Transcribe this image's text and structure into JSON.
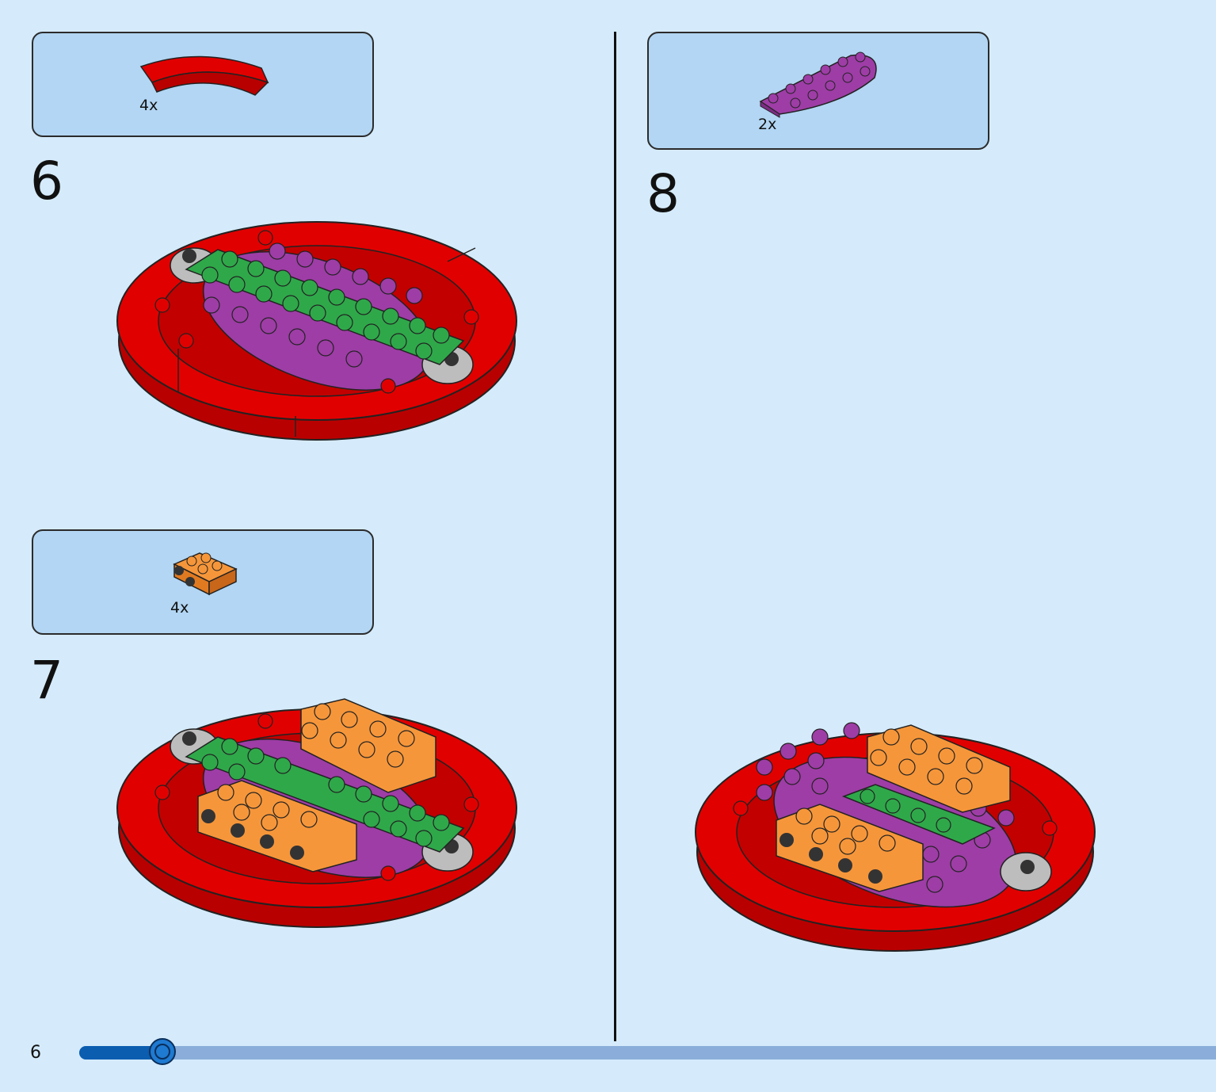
{
  "steps": [
    {
      "number": "6",
      "parts": [
        {
          "count": "4x",
          "icon": "red-curved-plate-icon"
        }
      ]
    },
    {
      "number": "7",
      "parts": [
        {
          "count": "4x",
          "icon": "orange-bracket-brick-icon"
        }
      ]
    },
    {
      "number": "8",
      "parts": [
        {
          "count": "2x",
          "icon": "magenta-half-oval-plate-icon"
        }
      ]
    }
  ],
  "footer": {
    "page_number": "6",
    "progress": 0.073
  },
  "colors": {
    "background": "#d5ebfb",
    "parts_box": "#b2d6f3",
    "red": "#e10000",
    "green": "#2fa84a",
    "magenta": "#9e3da6",
    "orange": "#f6963a",
    "grey": "#bdbdbd",
    "progress_fill": "#0b5db0",
    "progress_track": "#8aaed9"
  }
}
